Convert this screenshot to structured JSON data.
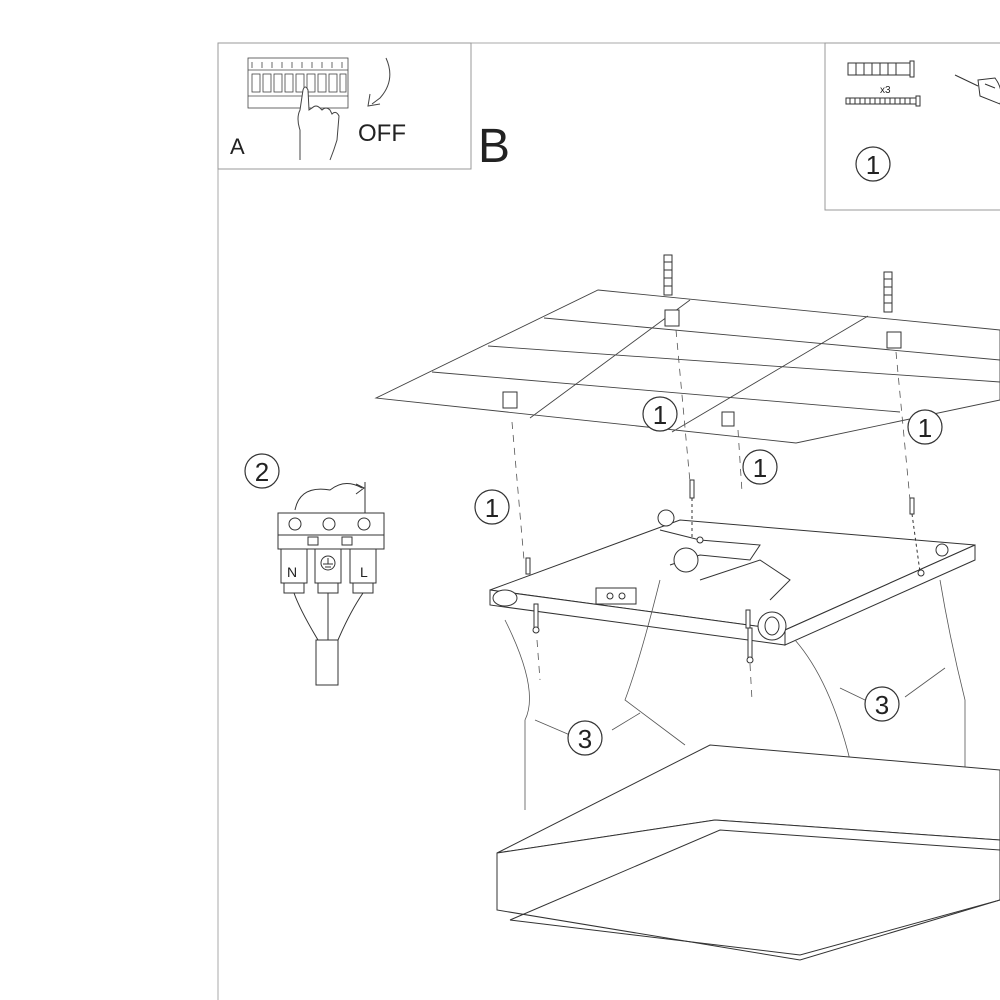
{
  "step_a": {
    "label": "A",
    "off_label": "OFF"
  },
  "step_b": {
    "label": "B"
  },
  "parts_box": {
    "quantity": "x3",
    "callout": "1"
  },
  "callouts": {
    "ceiling_left": "1",
    "ceiling_center": "1",
    "ceiling_right": "1",
    "screw_left": "1",
    "wiring": "2",
    "wire_left": "3",
    "wire_right": "3"
  },
  "terminal_labels": [
    "N",
    "L"
  ],
  "icons": [
    "breaker-panel-icon",
    "hand-icon",
    "off-arrow-icon",
    "wall-plug-icon",
    "screw-icon",
    "drill-icon",
    "terminal-block-icon",
    "earth-symbol-icon"
  ]
}
